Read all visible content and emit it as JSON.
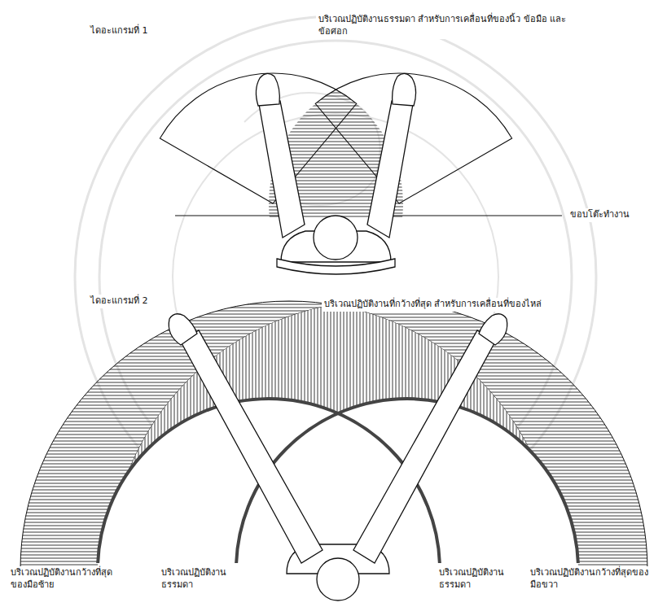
{
  "diagram": {
    "labels": [
      "ไดอะแกรมที่ 1",
      "บริเวณปฏิบัติงานธรรมดา สำหรับการเคลื่อนที่ของนิ้ว ข้อมือ และข้อศอก",
      "ขอบโต๊ะทำงาน",
      "ไดอะแกรมที่ 2",
      "บริเวณปฏิบัติงานที่กว้างที่สุด สำหรับการเคลื่อนที่ของไหล่",
      "บริเวณปฏิบัติงานกว้างที่สุดของมือซ้าย",
      "บริเวณปฏิบัติงานธรรมดา",
      "บริเวณปฏิบัติงานธรรมดา",
      "บริเวณปฏิบัติงานกว้างที่สุดของมือขวา"
    ]
  }
}
